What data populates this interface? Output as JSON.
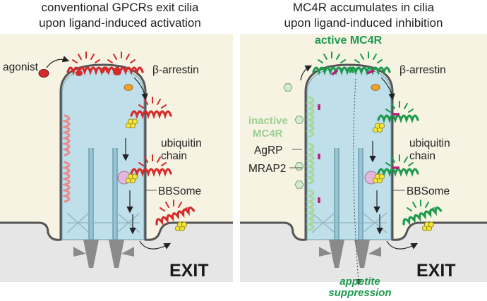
{
  "left_panel": {
    "title_line1": "conventional GPCRs exit cilia",
    "title_line2": "upon ligand-induced activation",
    "labels": {
      "agonist": "agonist",
      "arrestin": "β-arrestin",
      "ubiquitin_line1": "ubiquitin",
      "ubiquitin_line2": "chain",
      "bbsome": "BBSome",
      "exit": "EXIT"
    }
  },
  "right_panel": {
    "title_line1": "MC4R accumulates in cilia",
    "title_line2": "upon ligand-induced inhibition",
    "labels": {
      "active": "active MC4R",
      "arrestin": "β-arrestin",
      "inactive_line1": "inactive",
      "inactive_line2": "MC4R",
      "agrp": "AgRP",
      "mrap2": "MRAP2",
      "ubiquitin_line1": "ubiquitin",
      "ubiquitin_line2": "chain",
      "bbsome": "BBSome",
      "exit": "EXIT",
      "appetite_line1": "appetite",
      "appetite_line2": "suppression"
    }
  },
  "colors": {
    "panel_bg": "#f6f3e3",
    "membrane_bg": "#e6e6e6",
    "cilium_fill": "#bfe0ea",
    "receptor_red": "#d42b2b",
    "receptor_pink": "#e88c8c",
    "receptor_green": "#1e9a4e",
    "receptor_light_green": "#a9d79e",
    "ligand_hexagon": "#d4ecd0",
    "mrap2_magenta": "#b81c78",
    "arrestin_orange": "#f0a02a",
    "ubiquitin_yellow": "#f2e43a",
    "bbsome_pink": "#e3b6dc"
  }
}
